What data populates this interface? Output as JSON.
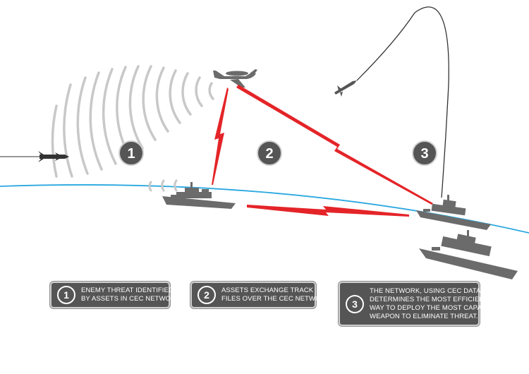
{
  "steps": [
    {
      "number": "1"
    },
    {
      "number": "2"
    },
    {
      "number": "3"
    }
  ],
  "legend": [
    {
      "number": "1",
      "lines": [
        "Enemy threat identified",
        "by assets in CEC network"
      ]
    },
    {
      "number": "2",
      "lines": [
        "Assets exchange track",
        "files over the CEC network"
      ]
    },
    {
      "number": "3",
      "lines": [
        "The network, using CEC data,",
        "determines the most efficient",
        "way to deploy the most capable",
        "weapon to eliminate threat."
      ]
    }
  ],
  "colors": {
    "horizon": "#2aa8e0",
    "datalink": "#e42428",
    "asset": "#6b6b6b",
    "badge": "#555555",
    "radar": "#c8c8c8"
  },
  "icons": [
    "incoming-missile-icon",
    "aircraft-icon",
    "interceptor-missile-icon",
    "ship-icon"
  ]
}
